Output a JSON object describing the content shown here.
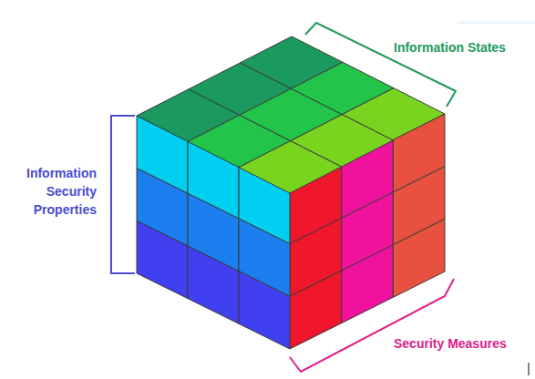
{
  "diagram": {
    "labels": [
      "Information States",
      "Information Security Properties",
      "Security Measures"
    ]
  }
}
